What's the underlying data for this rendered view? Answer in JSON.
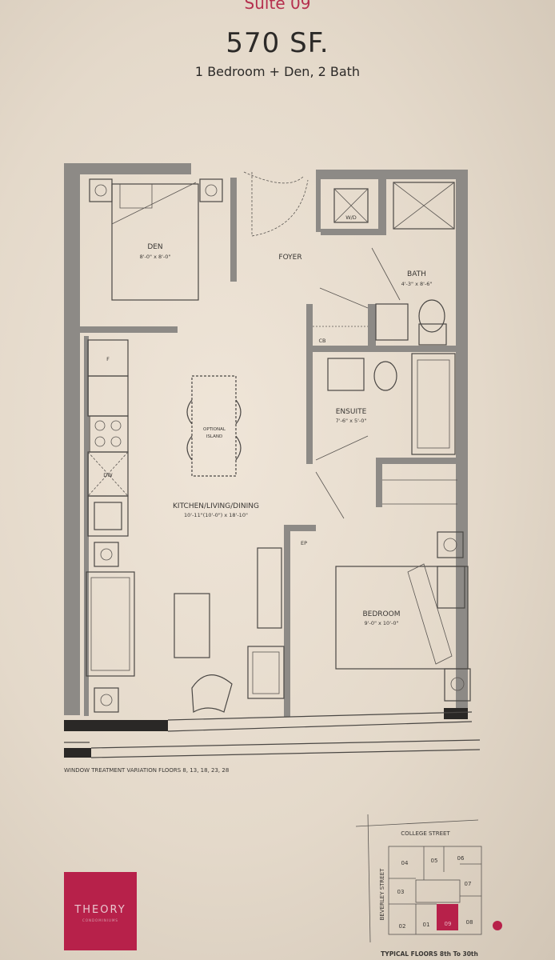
{
  "header": {
    "suite": "Suite 09",
    "area": "570 SF.",
    "description": "1 Bedroom + Den, 2 Bath"
  },
  "rooms": {
    "den": {
      "name": "DEN",
      "size": "8'-0\" x 8'-0\""
    },
    "foyer": {
      "name": "FOYER"
    },
    "bath": {
      "name": "BATH",
      "size": "4'-3\" x 8'-6\""
    },
    "ensuite": {
      "name": "ENSUITE",
      "size": "7'-6\" x 5'-0\""
    },
    "kitchen": {
      "name": "KITCHEN/LIVING/DINING",
      "size": "10'-11\"(10'-0\") x 18'-10\""
    },
    "bedroom": {
      "name": "BEDROOM",
      "size": "9'-0\" x 10'-0\""
    }
  },
  "fixtures": {
    "wd": "W/D",
    "cb": "CB",
    "fridge": "F",
    "dw": "DW",
    "ep": "EP",
    "island_line1": "OPTIONAL",
    "island_line2": "ISLAND"
  },
  "window_note": "WINDOW TREATMENT VARIATION FLOORS  8, 13, 18, 23, 28",
  "key_plan": {
    "street_top": "COLLEGE STREET",
    "street_left": "BEVERLEY STREET",
    "units": [
      "04",
      "05",
      "06",
      "03",
      "07",
      "02",
      "01",
      "09",
      "08"
    ],
    "highlighted_unit": "09",
    "caption": "TYPICAL FLOORS 8th To 30th",
    "highlight_color": "#b7214a"
  },
  "logo": {
    "name": "THEORY",
    "sub": "CONDOMINIUMS"
  },
  "colors": {
    "accent": "#b7214a",
    "walls": "#8d8a86"
  }
}
